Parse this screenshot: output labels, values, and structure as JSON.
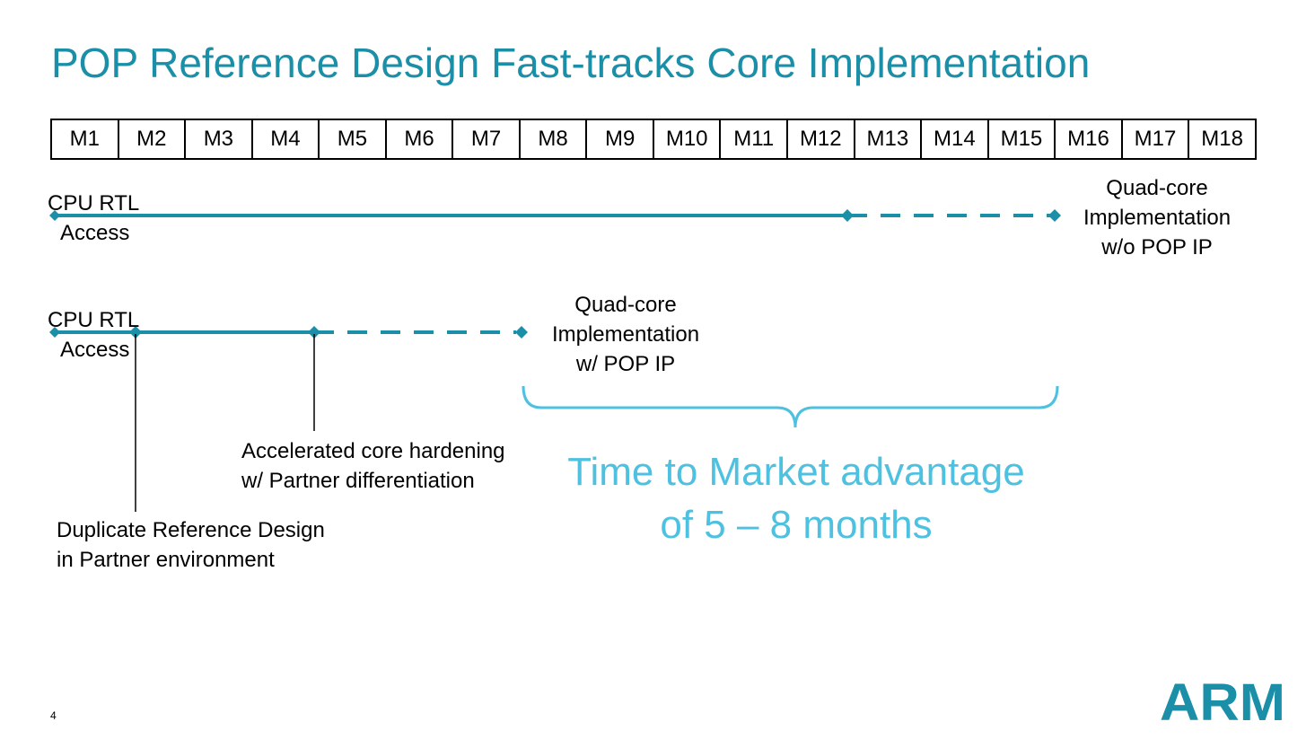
{
  "title": "POP Reference Design Fast-tracks Core Implementation",
  "months": [
    "M1",
    "M2",
    "M3",
    "M4",
    "M5",
    "M6",
    "M7",
    "M8",
    "M9",
    "M10",
    "M11",
    "M12",
    "M13",
    "M14",
    "M15",
    "M16",
    "M17",
    "M18"
  ],
  "row1": {
    "start_line1": "CPU RTL",
    "start_line2": "Access",
    "end_line1": "Quad-core",
    "end_line2": "Implementation",
    "end_line3": "w/o POP IP"
  },
  "row2": {
    "start_line1": "CPU RTL",
    "start_line2": "Access",
    "end_line1": "Quad-core",
    "end_line2": "Implementation",
    "end_line3": "w/ POP IP"
  },
  "annotations": {
    "accelerated_line1": "Accelerated core hardening",
    "accelerated_line2": "w/ Partner differentiation",
    "duplicate_line1": "Duplicate Reference Design",
    "duplicate_line2": "in Partner environment"
  },
  "callout": {
    "line1": "Time to Market advantage",
    "line2": "of 5 – 8 months"
  },
  "page_number": "4",
  "logo_text": "ARM",
  "colors": {
    "title": "#1b8fa8",
    "timeline": "#1b8fa8",
    "callout": "#4fc1e0",
    "logo": "#1b8fa8"
  }
}
